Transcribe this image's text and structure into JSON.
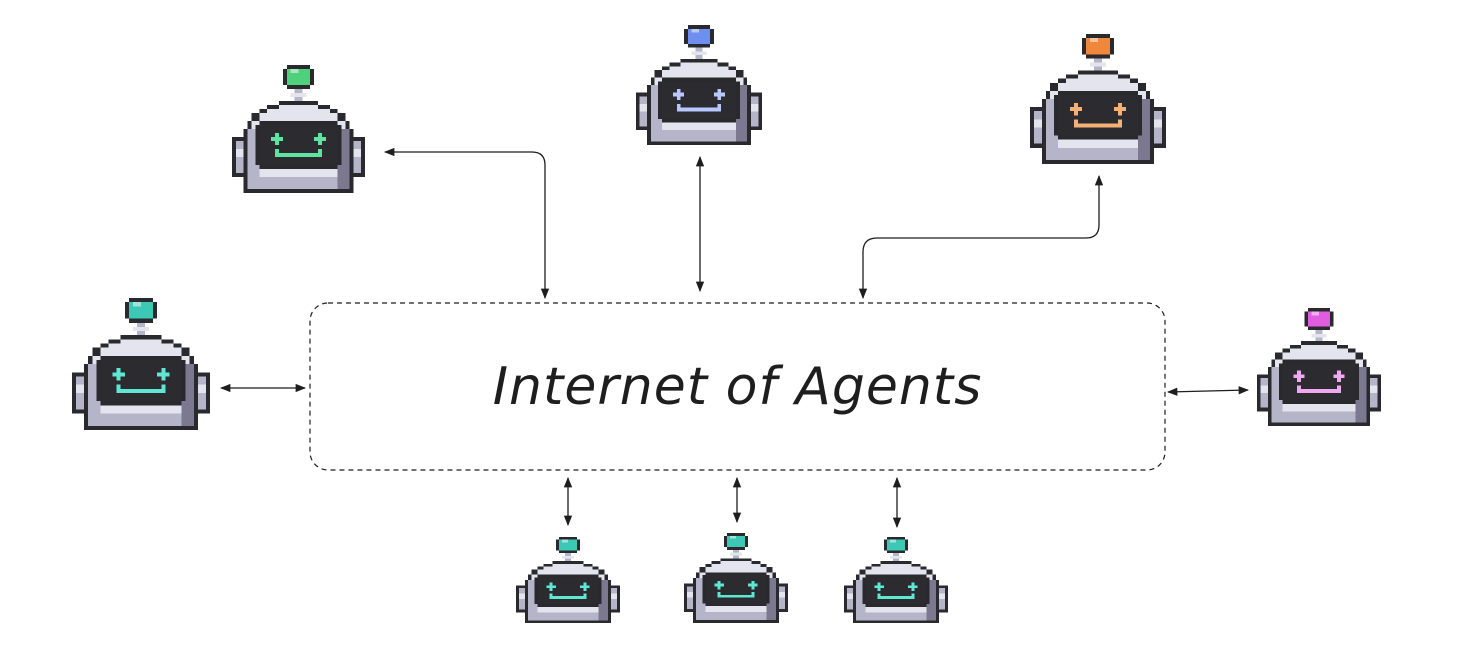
{
  "title": "Internet of Agents",
  "colors": {
    "line": "#1e1e1e",
    "visor": "#2b2b30",
    "body_light": "#e4e4ee",
    "body_mid": "#b6b4c8",
    "body_dark": "#7c7890",
    "outline": "#2a2a2e"
  },
  "robots": [
    {
      "name": "robot-green",
      "antenna": "#4fd07c",
      "face": "#5ee3a0"
    },
    {
      "name": "robot-blue",
      "antenna": "#6e8ef0",
      "face": "#b8c8ff"
    },
    {
      "name": "robot-orange",
      "antenna": "#f0873a",
      "face": "#f5b074"
    },
    {
      "name": "robot-teal-left",
      "antenna": "#3cc8b4",
      "face": "#5ee8d4"
    },
    {
      "name": "robot-magenta",
      "antenna": "#e05de0",
      "face": "#f0a8f0"
    },
    {
      "name": "robot-teal-bottom-1",
      "antenna": "#3cc8b4",
      "face": "#5ee8d4"
    },
    {
      "name": "robot-teal-bottom-2",
      "antenna": "#3cc8b4",
      "face": "#5ee8d4"
    },
    {
      "name": "robot-teal-bottom-3",
      "antenna": "#3cc8b4",
      "face": "#5ee8d4"
    }
  ]
}
